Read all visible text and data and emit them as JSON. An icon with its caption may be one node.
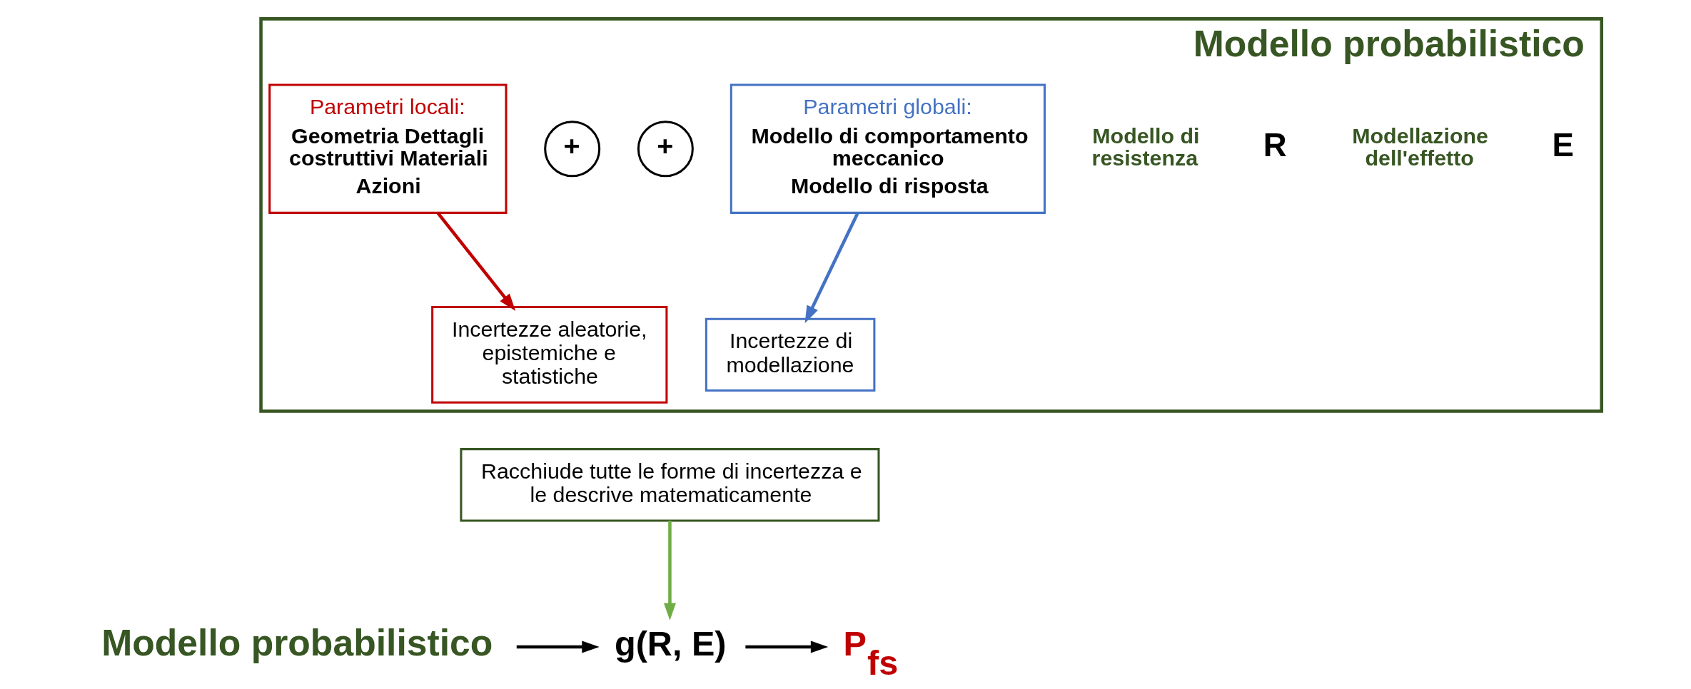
{
  "diagram": {
    "nodes": [
      {
        "text": [
          "Modello probabilistico"
        ]
      },
      {
        "text": [
          "Parametri locali:",
          "Geometria Dettagli costruttivi Materiali",
          "Azioni"
        ],
        "in": 0
      },
      {
        "text": [
          "+"
        ],
        "in": 0
      },
      {
        "text": [
          "+"
        ],
        "in": 0
      },
      {
        "text": [
          "Parametri globali:",
          "Modello di comportamento meccanico",
          "Modello di risposta"
        ],
        "in": 0
      },
      {
        "text": [
          "Incertezze aleatorie, epistemiche e statistiche"
        ],
        "in": 0
      },
      {
        "text": [
          "Incertezze di modellazione"
        ],
        "in": 0
      },
      {
        "text": [
          "Racchiude tutte le forme di incertezza e le descrive matematicamente"
        ]
      },
      {
        "text": [
          "Modello probabilistico"
        ]
      },
      {
        "text": [
          "g(R, E)"
        ]
      },
      {
        "text": [
          "P$_{fs}$"
        ]
      }
    ],
    "edges": [
      {
        "from": 1,
        "to": 5,
        "arrow": "to",
        "color": "#c00000"
      },
      {
        "from": 4,
        "to": 6,
        "arrow": "to",
        "color": "#4472c4"
      },
      {
        "from": 7,
        "to": 9,
        "arrow": "to",
        "color": "#70ad47"
      },
      {
        "from": 8,
        "to": 9,
        "arrow": "to"
      },
      {
        "from": 9,
        "to": 10,
        "arrow": "to"
      }
    ],
    "labels": [
      "Modello di resistenza",
      "R",
      "Modellazione dell'effetto",
      "E"
    ]
  }
}
